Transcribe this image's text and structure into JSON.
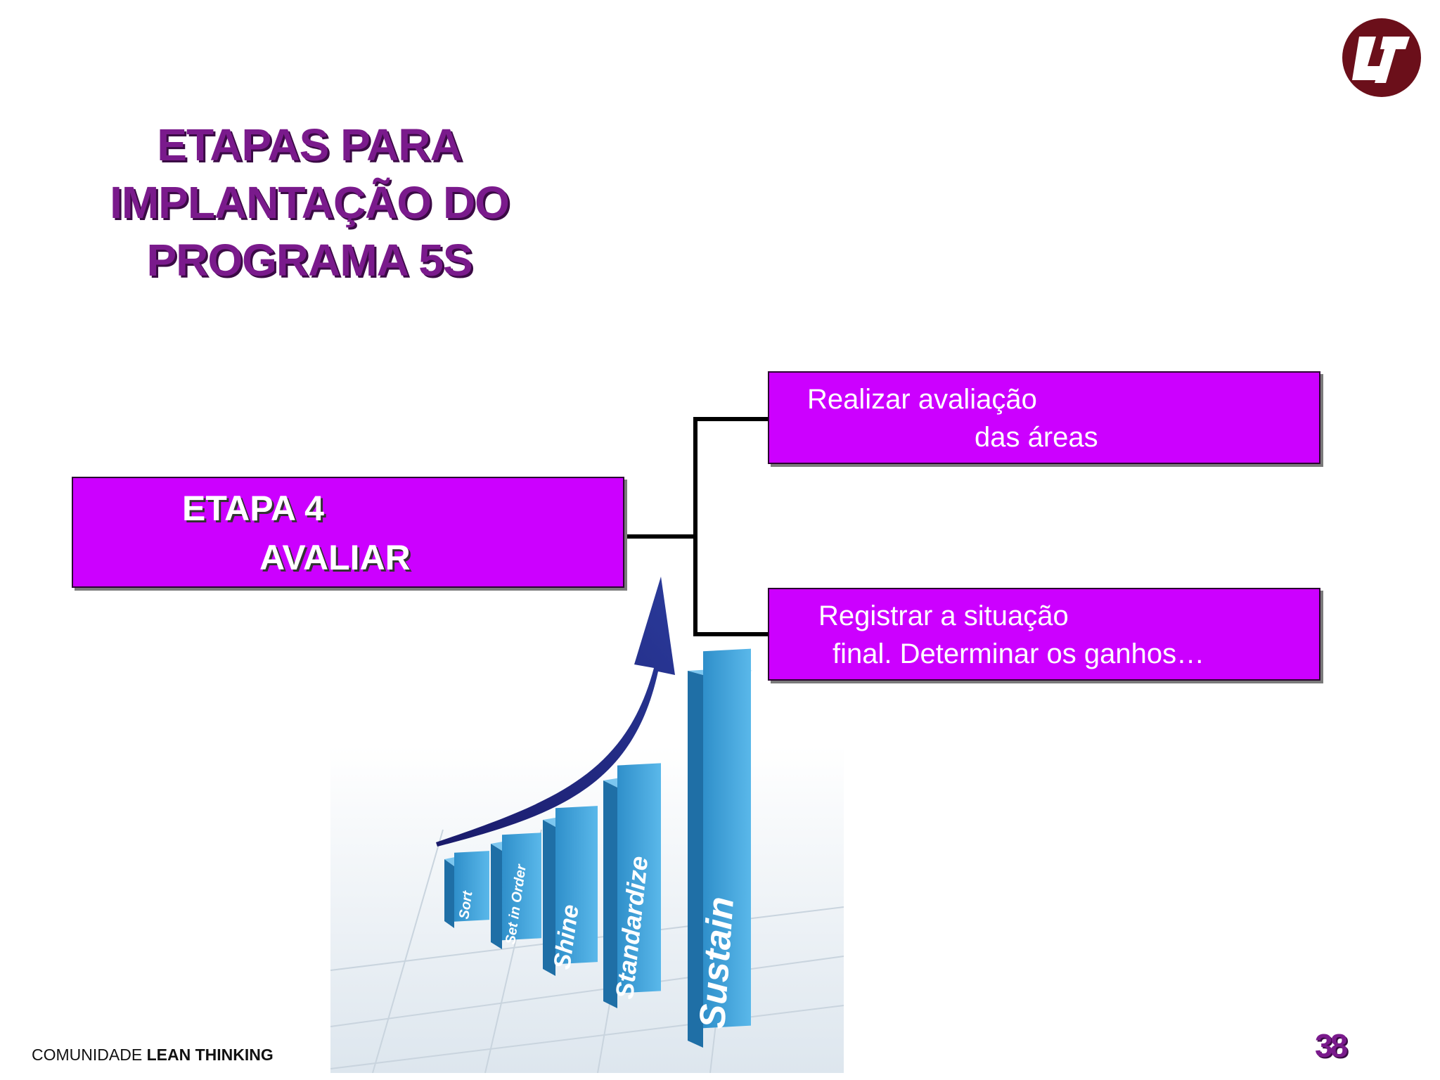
{
  "slide": {
    "title_lines": [
      "ETAPAS PARA",
      "IMPLANTAÇÃO DO",
      "PROGRAMA 5S"
    ],
    "stage": {
      "line1": "ETAPA 4",
      "line2": "AVALIAR"
    },
    "tasks": [
      {
        "line1": "Realizar avaliação",
        "line2": "das áreas"
      },
      {
        "line1": "Registrar a situação",
        "line2": "final. Determinar os ganhos…"
      }
    ],
    "chart_labels": [
      "Sort",
      "Set in Order",
      "Shine",
      "Standardize",
      "Sustain"
    ],
    "footer": {
      "prefix": "COMUNIDADE ",
      "bold": "LEAN THINKING"
    },
    "page_number": "38",
    "colors": {
      "accent": "#cc00ff",
      "title": "#7a1a8c",
      "logo": "#6b0f1a",
      "bars": "#3da2dc"
    },
    "icons": {
      "logo": "lean-institute-logo",
      "arrow": "growth-arrow-icon"
    }
  }
}
